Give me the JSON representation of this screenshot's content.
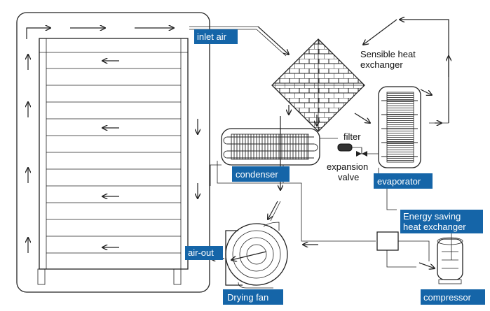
{
  "labels": {
    "inlet_air": "inlet air",
    "sensible_heat_exchanger_line1": "Sensible heat",
    "sensible_heat_exchanger_line2": "exchanger",
    "filter": "filter",
    "expansion_valve_line1": "expansion",
    "expansion_valve_line2": "valve",
    "condenser": "condenser",
    "evaporator": "evaporator",
    "energy_saving_line1": "Energy saving",
    "energy_saving_line2": "heat exchanger",
    "air_out": "air-out",
    "drying_fan": "Drying fan",
    "compressor": "compressor"
  },
  "colors": {
    "label_box": "#1565a8",
    "line": "#222222"
  }
}
